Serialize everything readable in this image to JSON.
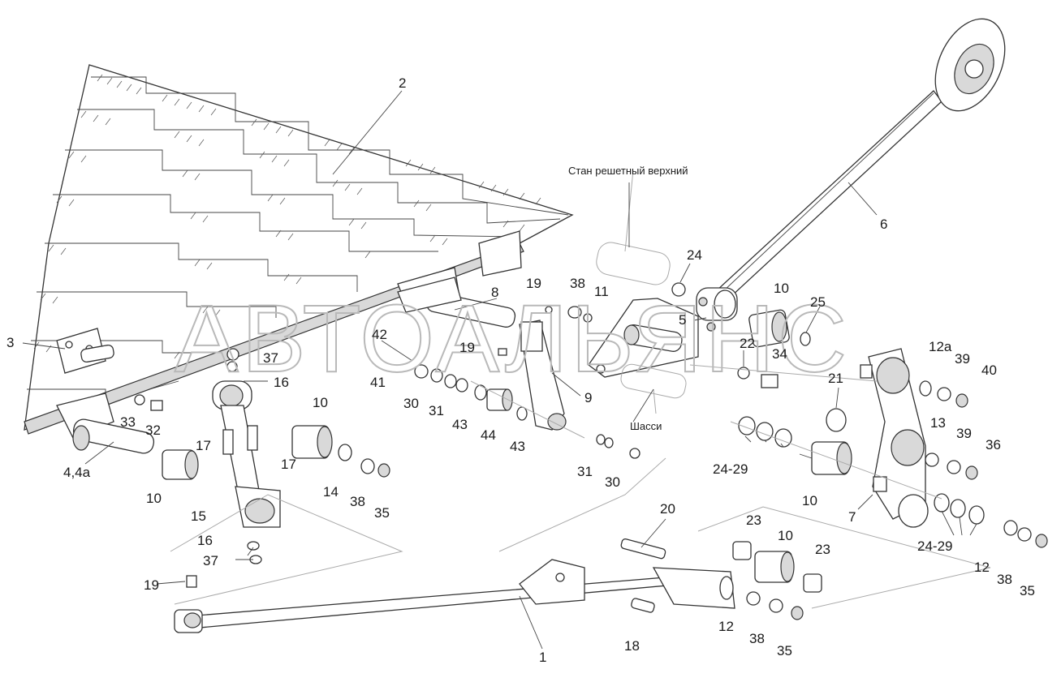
{
  "diagram": {
    "watermark": "АВТОАЛЬЯНС",
    "captions": {
      "upper_sieve": "Стан решетный верхний",
      "chassis": "Шасси"
    },
    "callouts": [
      {
        "id": "c2",
        "text": "2"
      },
      {
        "id": "c3",
        "text": "3"
      },
      {
        "id": "c44a",
        "text": "4,4a"
      },
      {
        "id": "c5",
        "text": "5"
      },
      {
        "id": "c6",
        "text": "6"
      },
      {
        "id": "c7",
        "text": "7"
      },
      {
        "id": "c8",
        "text": "8"
      },
      {
        "id": "c9",
        "text": "9"
      },
      {
        "id": "c1",
        "text": "1"
      },
      {
        "id": "c10a",
        "text": "10"
      },
      {
        "id": "c10b",
        "text": "10"
      },
      {
        "id": "c10c",
        "text": "10"
      },
      {
        "id": "c10d",
        "text": "10"
      },
      {
        "id": "c10e",
        "text": "10"
      },
      {
        "id": "c11",
        "text": "11"
      },
      {
        "id": "c12a",
        "text": "12a"
      },
      {
        "id": "c12b",
        "text": "12"
      },
      {
        "id": "c12c",
        "text": "12"
      },
      {
        "id": "c13",
        "text": "13"
      },
      {
        "id": "c14",
        "text": "14"
      },
      {
        "id": "c15",
        "text": "15"
      },
      {
        "id": "c16a",
        "text": "16"
      },
      {
        "id": "c16b",
        "text": "16"
      },
      {
        "id": "c17a",
        "text": "17"
      },
      {
        "id": "c17b",
        "text": "17"
      },
      {
        "id": "c18",
        "text": "18"
      },
      {
        "id": "c19a",
        "text": "19"
      },
      {
        "id": "c19b",
        "text": "19"
      },
      {
        "id": "c19c",
        "text": "19"
      },
      {
        "id": "c20",
        "text": "20"
      },
      {
        "id": "c21",
        "text": "21"
      },
      {
        "id": "c22",
        "text": "22"
      },
      {
        "id": "c23a",
        "text": "23"
      },
      {
        "id": "c23b",
        "text": "23"
      },
      {
        "id": "c24",
        "text": "24"
      },
      {
        "id": "c2429a",
        "text": "24-29"
      },
      {
        "id": "c2429b",
        "text": "24-29"
      },
      {
        "id": "c25",
        "text": "25"
      },
      {
        "id": "c30a",
        "text": "30"
      },
      {
        "id": "c30b",
        "text": "30"
      },
      {
        "id": "c31a",
        "text": "31"
      },
      {
        "id": "c31b",
        "text": "31"
      },
      {
        "id": "c32",
        "text": "32"
      },
      {
        "id": "c33",
        "text": "33"
      },
      {
        "id": "c34",
        "text": "34"
      },
      {
        "id": "c35a",
        "text": "35"
      },
      {
        "id": "c35b",
        "text": "35"
      },
      {
        "id": "c35c",
        "text": "35"
      },
      {
        "id": "c36",
        "text": "36"
      },
      {
        "id": "c37a",
        "text": "37"
      },
      {
        "id": "c37b",
        "text": "37"
      },
      {
        "id": "c38a",
        "text": "38"
      },
      {
        "id": "c38b",
        "text": "38"
      },
      {
        "id": "c38c",
        "text": "38"
      },
      {
        "id": "c38d",
        "text": "38"
      },
      {
        "id": "c39a",
        "text": "39"
      },
      {
        "id": "c39b",
        "text": "39"
      },
      {
        "id": "c40",
        "text": "40"
      },
      {
        "id": "c41",
        "text": "41"
      },
      {
        "id": "c42",
        "text": "42"
      },
      {
        "id": "c43a",
        "text": "43"
      },
      {
        "id": "c43b",
        "text": "43"
      },
      {
        "id": "c44",
        "text": "44"
      }
    ]
  }
}
